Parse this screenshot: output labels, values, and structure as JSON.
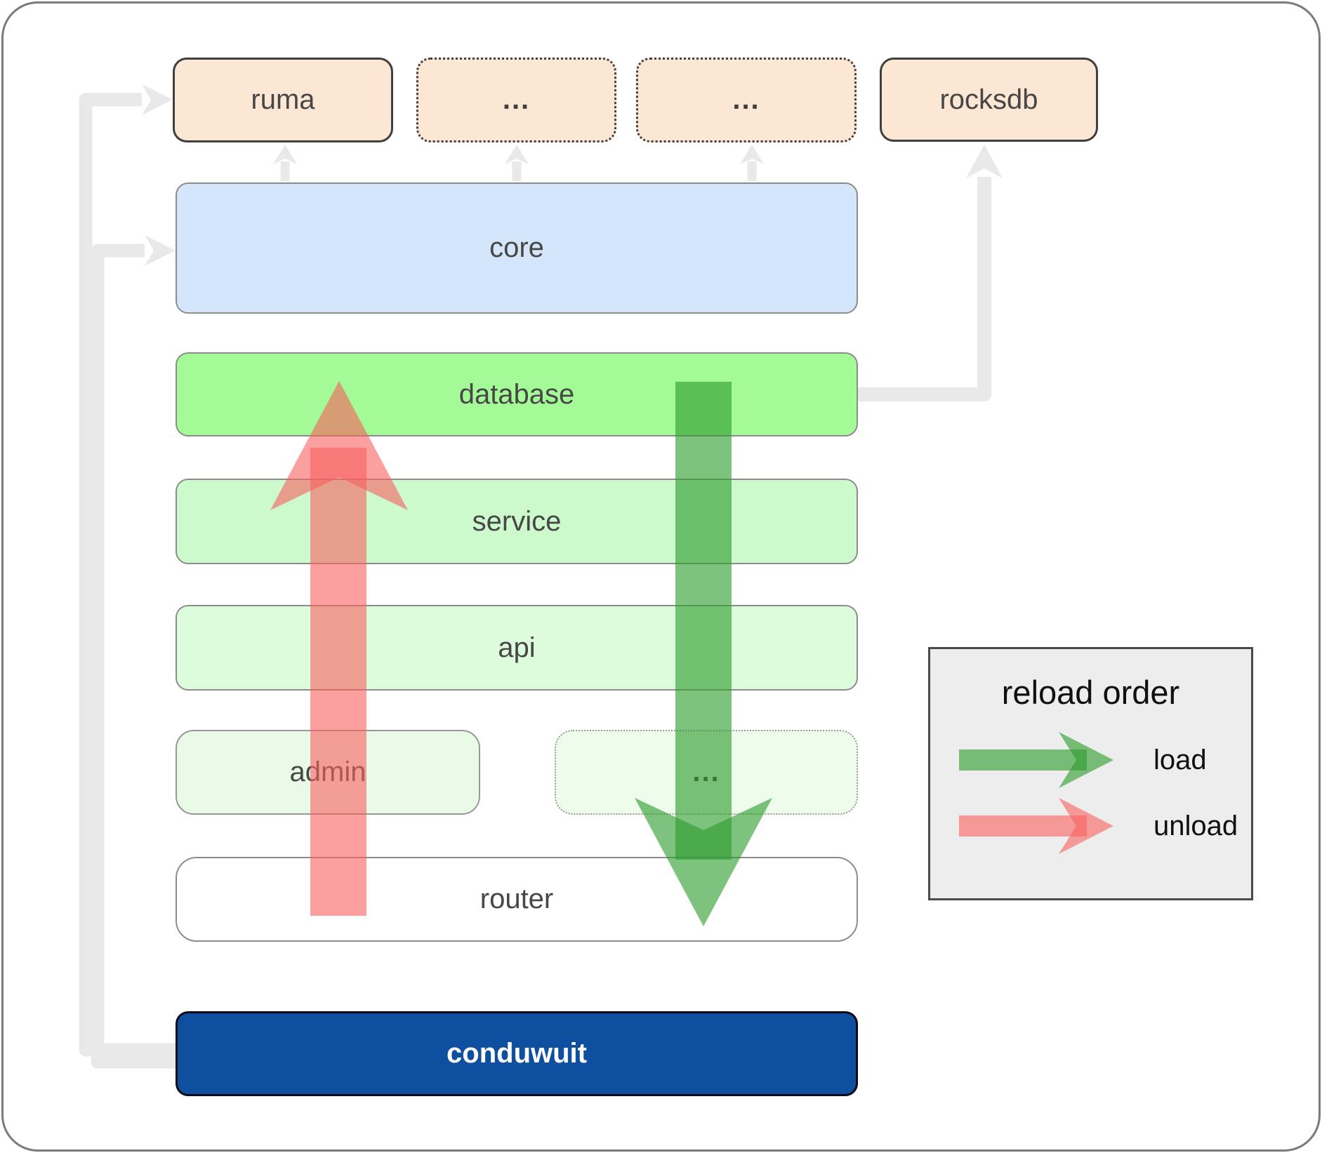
{
  "nodes": {
    "ruma": {
      "label": "ruma"
    },
    "module_a": {
      "label": "..."
    },
    "module_b": {
      "label": "..."
    },
    "rocksdb": {
      "label": "rocksdb"
    },
    "core": {
      "label": "core"
    },
    "database": {
      "label": "database"
    },
    "service": {
      "label": "service"
    },
    "api": {
      "label": "api"
    },
    "admin": {
      "label": "admin"
    },
    "module_c": {
      "label": "..."
    },
    "router": {
      "label": "router"
    },
    "conduwuit": {
      "label": "conduwuit"
    }
  },
  "legend": {
    "title": "reload order",
    "items": [
      {
        "label": "load",
        "color": "#2d9d2d"
      },
      {
        "label": "unload",
        "color": "#f95f5f"
      }
    ]
  },
  "colors": {
    "peach_node": "#fce6d4",
    "core_node": "#d3e6fa",
    "database_node": "#a3fa96",
    "service_node": "#cdfacd",
    "api_node": "#ddfcdc",
    "admin_node": "#e9fbe7",
    "module_c_node": "#eefcec",
    "router_node": "#ffffff",
    "conduwuit_node": "#0f4f9f",
    "connector_gray": "#e9e9e9",
    "load_arrow": "#2d9d2d",
    "unload_arrow": "#f95f5f"
  }
}
